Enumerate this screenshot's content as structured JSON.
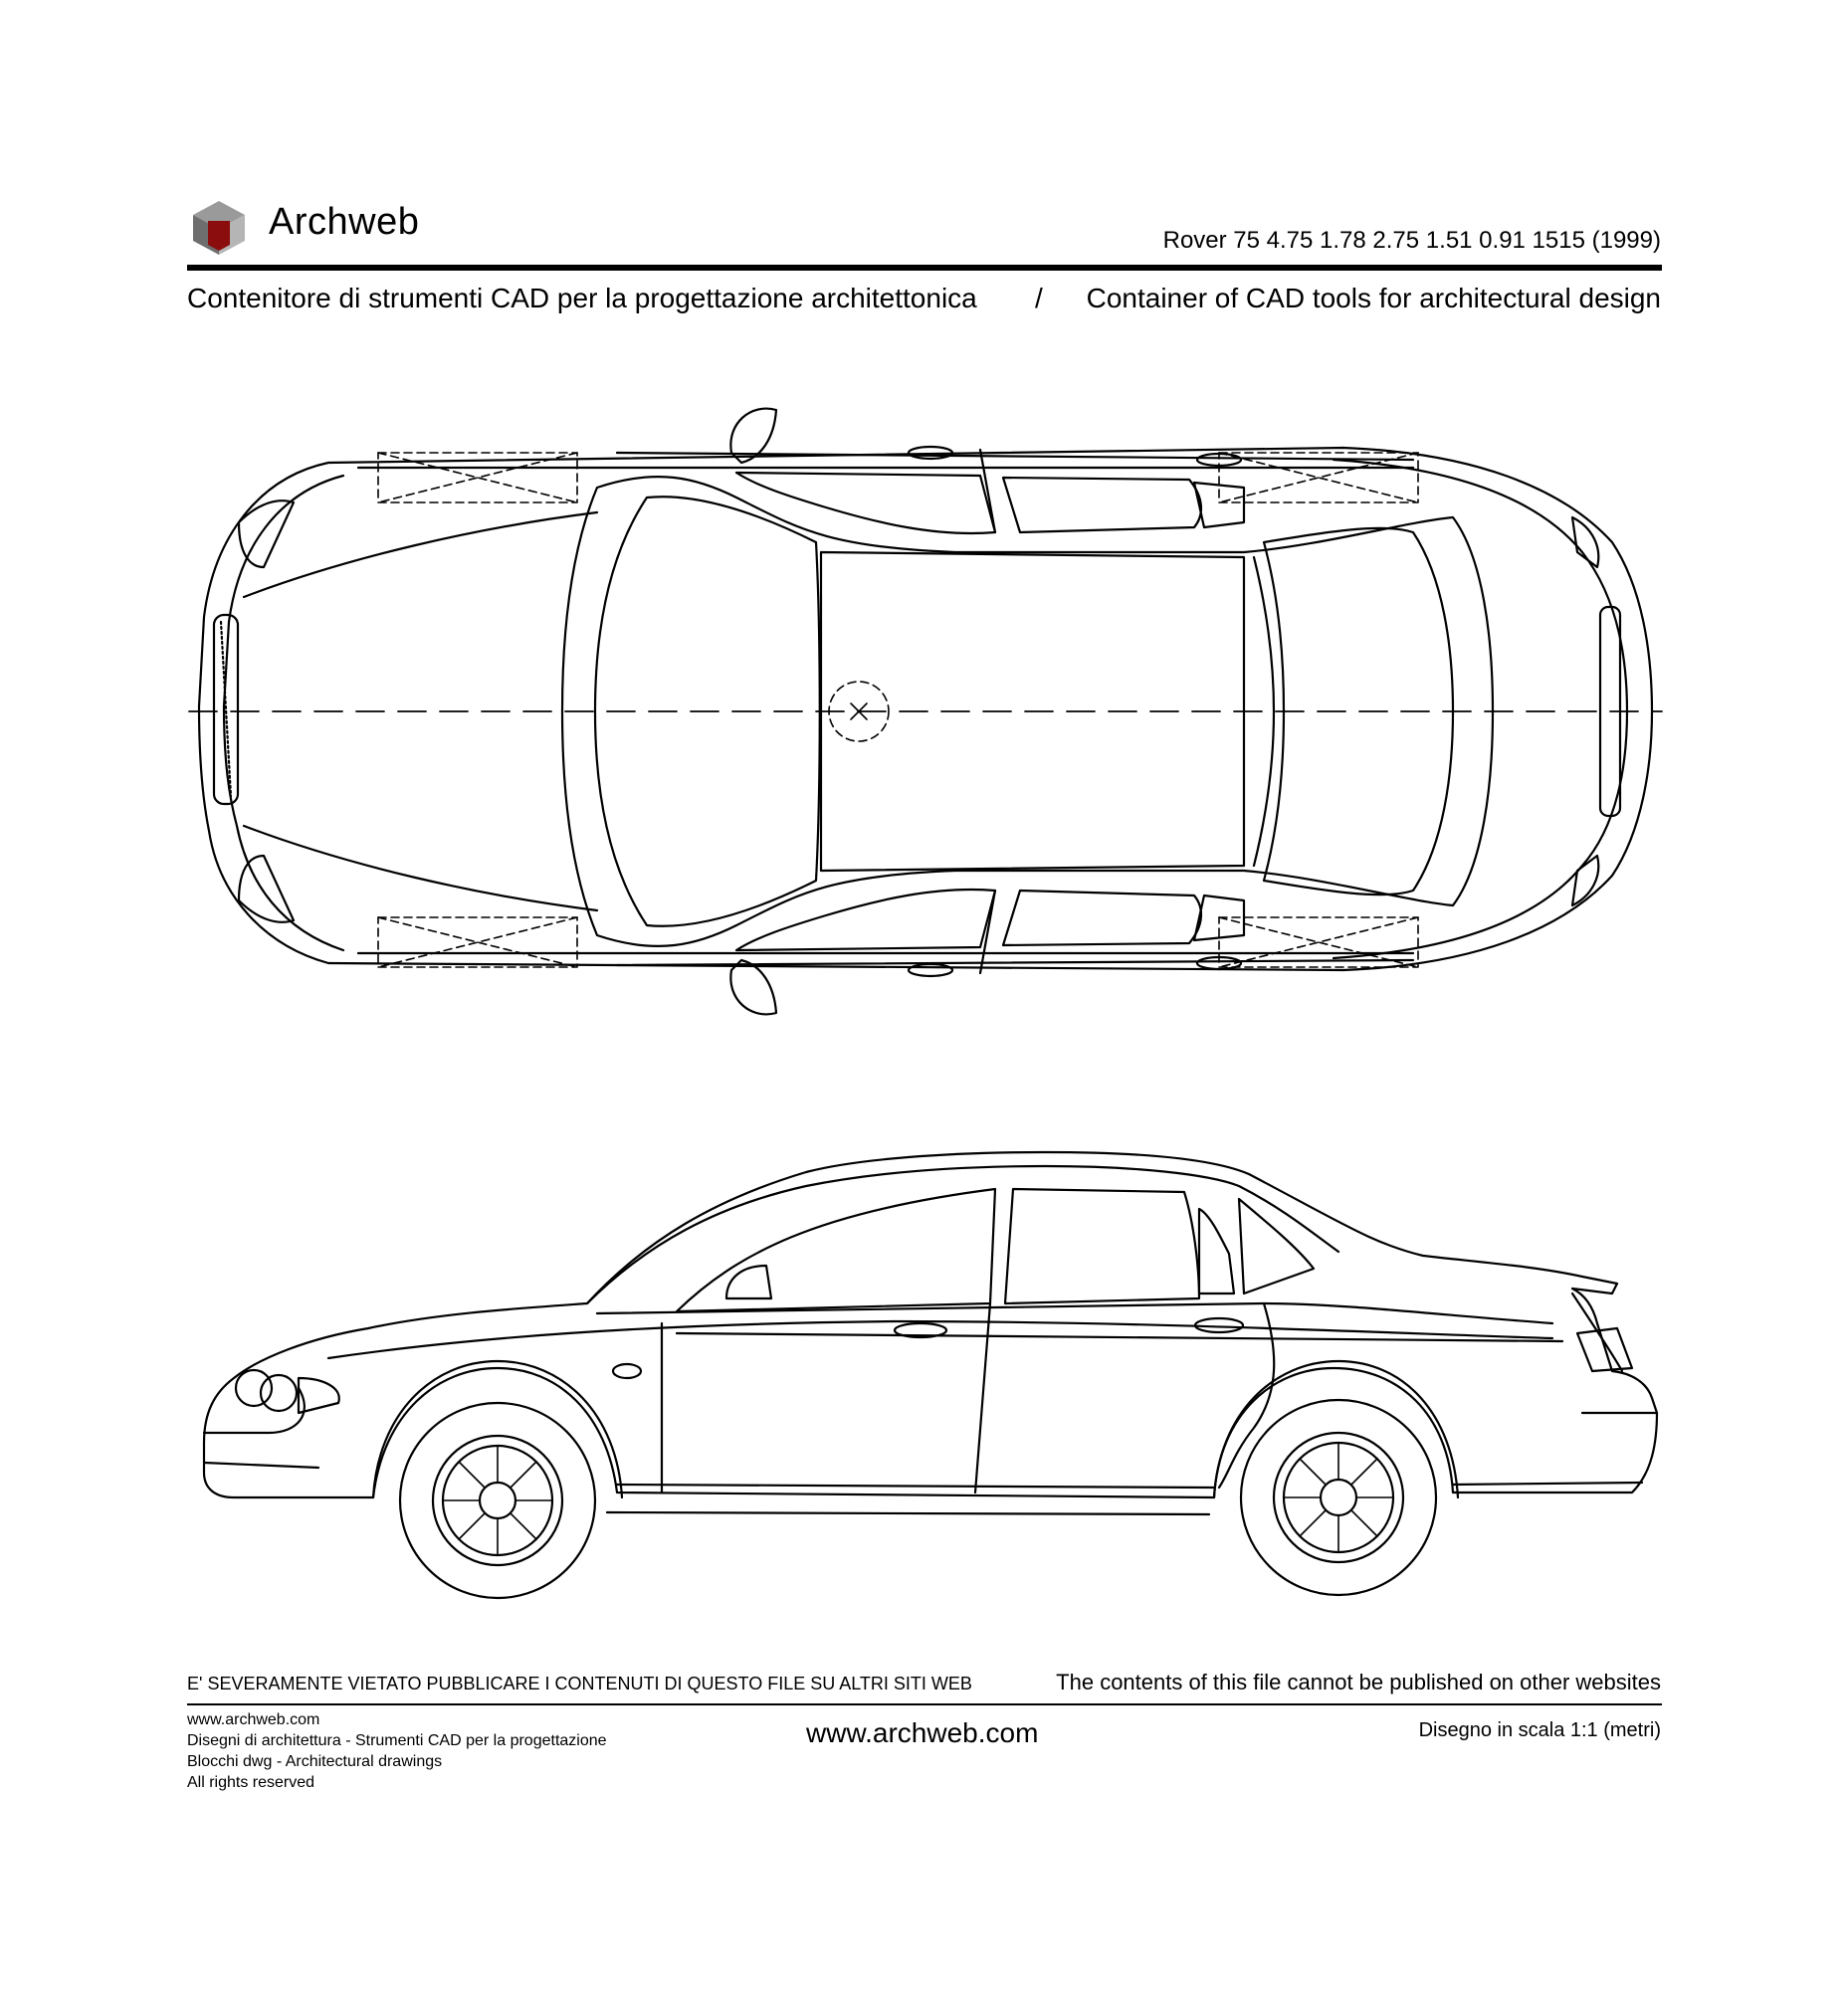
{
  "header": {
    "brand": "Archweb",
    "model_info": "Rover 75 4.75 1.78 2.75 1.51 0.91 1515 (1999)",
    "tagline_it": "Contenitore di strumenti CAD per la progettazione architettonica",
    "tagline_sep": "/",
    "tagline_en": "Container of CAD tools for architectural design"
  },
  "drawing": {
    "views": [
      "top-view",
      "side-view"
    ]
  },
  "footer": {
    "warning_it": "E' SEVERAMENTE VIETATO PUBBLICARE I CONTENUTI DI QUESTO FILE SU ALTRI SITI WEB",
    "warning_en": "The contents of this file cannot be published on other websites",
    "left_lines": [
      "www.archweb.com",
      "Disegni di architettura - Strumenti CAD  per la progettazione",
      "Blocchi dwg - Architectural drawings",
      "All rights reserved"
    ],
    "url": "www.archweb.com",
    "scale": "Disegno in scala 1:1 (metri)"
  },
  "colors": {
    "logo_top": "#9a9a9a",
    "logo_left": "#6e6e6e",
    "logo_front": "#8b0d0d"
  }
}
